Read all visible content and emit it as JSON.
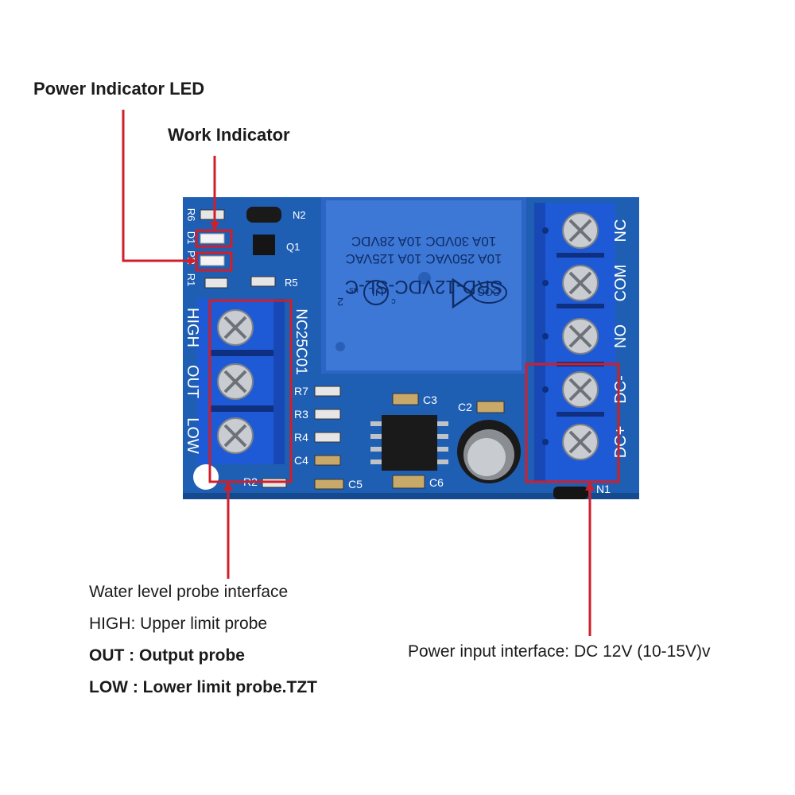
{
  "callouts": {
    "power_led": "Power Indicator LED",
    "work_indicator": "Work Indicator",
    "probe_title": "Water level probe interface",
    "probe_high": "HIGH: Upper limit probe",
    "probe_out": "OUT : Output probe",
    "probe_low": "LOW : Lower limit probe.TZT",
    "power_input": "Power input interface: DC 12V (10-15V)v"
  },
  "board": {
    "model": "NC25C01",
    "relay_lines": [
      "SRD-12VDC-SL-C",
      "10A 250VAC  10A 125VAC",
      "10A 30VDC  10A 28VDC"
    ],
    "relay_marks": [
      "c",
      "us",
      "2"
    ],
    "left_terminals": [
      "HIGH",
      "OUT",
      "LOW"
    ],
    "right_terminals": [
      "NC",
      "COM",
      "NO",
      "DC-",
      "DC+"
    ],
    "components": {
      "r6": "R6",
      "d1": "D1",
      "pr": "PR",
      "r1": "R1",
      "n2": "N2",
      "q1": "Q1",
      "r5": "R5",
      "r7": "R7",
      "r3": "R3",
      "r4": "R4",
      "c4": "C4",
      "r2": "R2",
      "c5": "C5",
      "c3": "C3",
      "c2": "C2",
      "c6": "C6",
      "n1": "N1"
    }
  },
  "colors": {
    "pcb": "#1f5fb3",
    "terminal": "#1f5ad6",
    "relay": "#3d78d6",
    "callout": "#d01f2a"
  }
}
